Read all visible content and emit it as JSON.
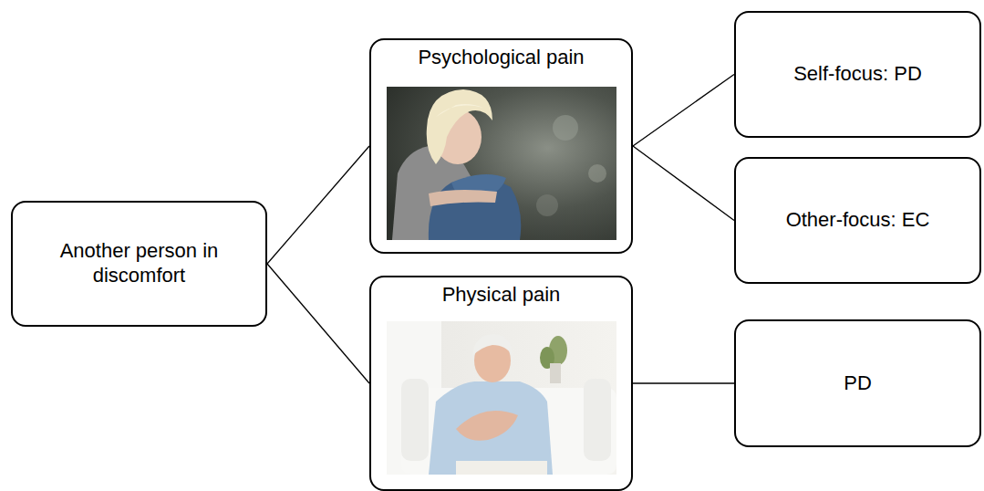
{
  "diagram": {
    "nodes": [
      {
        "text": [
          "Another person in discomfort"
        ]
      },
      {
        "text": [
          "Psychological pain"
        ]
      },
      {
        "text": [
          "Physical pain"
        ]
      },
      {
        "text": [
          "Self-focus: PD"
        ]
      },
      {
        "text": [
          "Other-focus: EC"
        ]
      },
      {
        "text": [
          "PD"
        ]
      }
    ],
    "edges": [
      {
        "from": 0,
        "to": 1,
        "arrow": "none"
      },
      {
        "from": 0,
        "to": 2,
        "arrow": "none"
      },
      {
        "from": 1,
        "to": 3,
        "arrow": "none"
      },
      {
        "from": 1,
        "to": 4,
        "arrow": "none"
      },
      {
        "from": 2,
        "to": 5,
        "arrow": "none"
      }
    ]
  }
}
